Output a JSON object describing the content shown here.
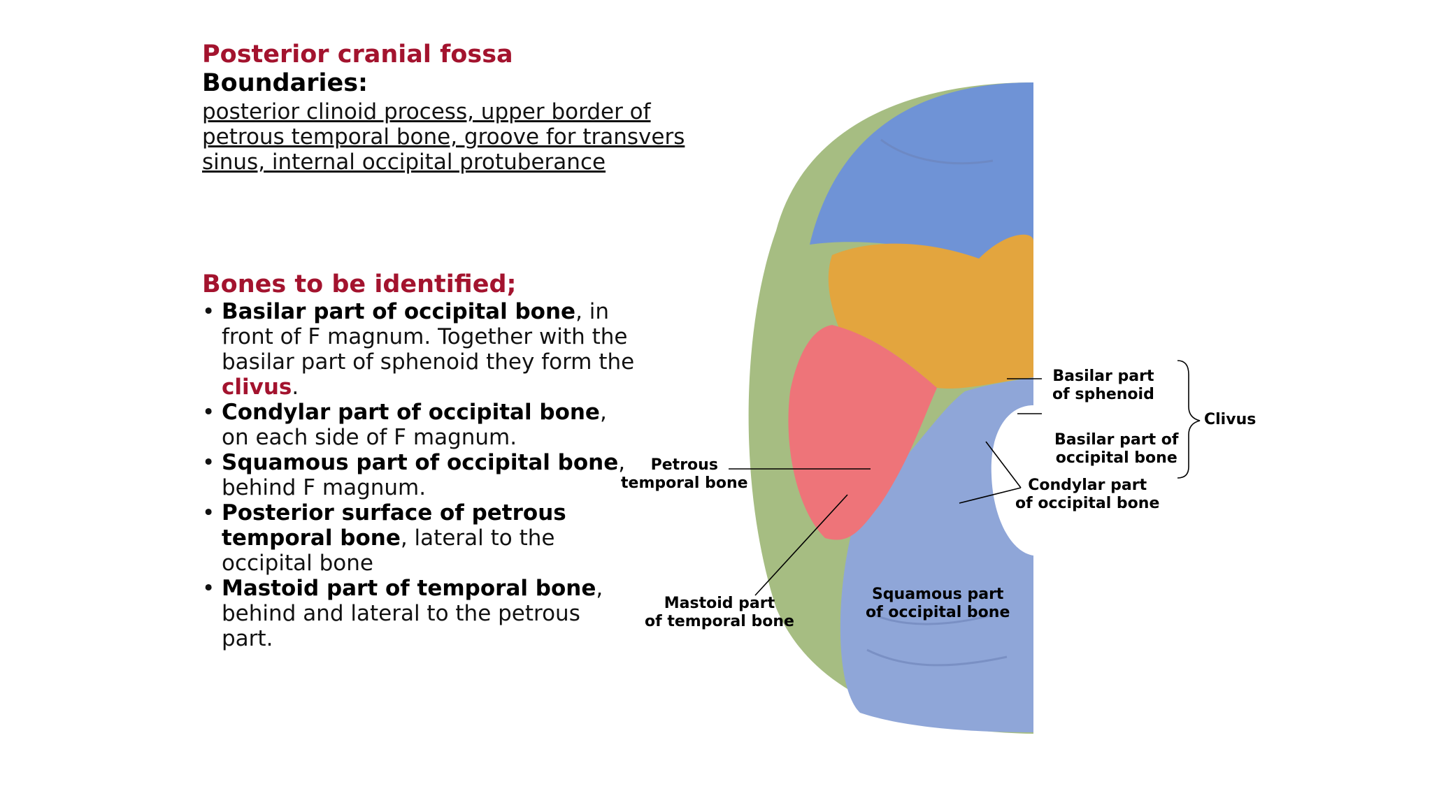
{
  "heading": {
    "title": "Posterior cranial fossa",
    "boundaries_label": "Boundaries:",
    "boundaries_lines": [
      "posterior clinoid process, upper border of",
      "petrous temporal bone, groove for transvers",
      "sinus, internal occipital protuberance"
    ]
  },
  "bones": {
    "title": "Bones to be identified;",
    "bullet_glyph": "•",
    "items": [
      {
        "bold": "Basilar part of occipital bone",
        "rest_1": ", in front of F magnum. Together with the basilar part of sphenoid they form the ",
        "highlight": "clivus",
        "rest_2": "."
      },
      {
        "bold": "Condylar part of occipital bone",
        "rest_1": ", on each side of F magnum."
      },
      {
        "bold": "Squamous part of occipital bone",
        "rest_1": ", behind F magnum."
      },
      {
        "bold": "Posterior surface of petrous temporal bone",
        "rest_1": ", lateral to the occipital bone"
      },
      {
        "bold": "Mastoid part of temporal bone",
        "rest_1": ", behind and lateral to the petrous part."
      }
    ]
  },
  "figure": {
    "labels": {
      "petrous_1": "Petrous",
      "petrous_2": "temporal bone",
      "mastoid_1": "Mastoid part",
      "mastoid_2": "of temporal bone",
      "squamous_1": "Squamous part",
      "squamous_2": "of occipital bone",
      "basilar_sph_1": "Basilar part",
      "basilar_sph_2": "of sphenoid",
      "basilar_occ_1": "Basilar part of",
      "basilar_occ_2": "occipital bone",
      "condylar_1": "Condylar part",
      "condylar_2": "of occipital bone",
      "clivus": "Clivus"
    },
    "colors": {
      "frontal_blue": "#6f93d6",
      "occipital_blue": "#8fa6d8",
      "sphenoid_orange": "#e3a53e",
      "petrous_red": "#ee7479",
      "parietal_green": "#a6bd82",
      "accent_red": "#a3132e"
    }
  }
}
